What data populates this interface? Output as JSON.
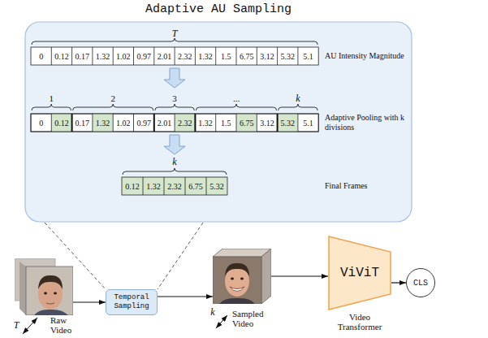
{
  "diagram": {
    "nodes": [
      {
        "text": [
          "Adaptive AU Sampling"
        ]
      },
      {
        "text": [
          "Raw Video"
        ]
      },
      {
        "text": [
          "Temporal Sampling"
        ]
      },
      {
        "text": [
          "Sampled Video"
        ]
      },
      {
        "text": [
          "ViViT",
          "Video Transformer"
        ]
      },
      {
        "text": [
          "CLS"
        ]
      }
    ],
    "edges": [
      {
        "from": 0,
        "to": 2,
        "arrow": "none"
      },
      {
        "from": 1,
        "to": 2,
        "arrow": "to"
      },
      {
        "from": 2,
        "to": 3,
        "arrow": "to"
      },
      {
        "from": 3,
        "to": 4,
        "arrow": "to"
      },
      {
        "from": 4,
        "to": 5,
        "arrow": "to"
      }
    ],
    "labels": [
      "T",
      "0",
      "0.12",
      "0.17",
      "1.32",
      "1.02",
      "0.97",
      "2.01",
      "2.32",
      "1.32",
      "1.5",
      "6.75",
      "3.12",
      "5.32",
      "5.1",
      "1",
      "2",
      "3",
      "...",
      "k",
      "0",
      "0.12",
      "0.17",
      "1.32",
      "1.02",
      "0.97",
      "2.01",
      "2.32",
      "1.32",
      "1.5",
      "6.75",
      "3.12",
      "5.32",
      "5.1",
      "k",
      "0.12",
      "1.32",
      "2.32",
      "6.75",
      "5.32",
      "AU Intensity Magnitude",
      "Adaptive Pooling with k divisions",
      "Final Frames",
      "T",
      "k"
    ]
  }
}
